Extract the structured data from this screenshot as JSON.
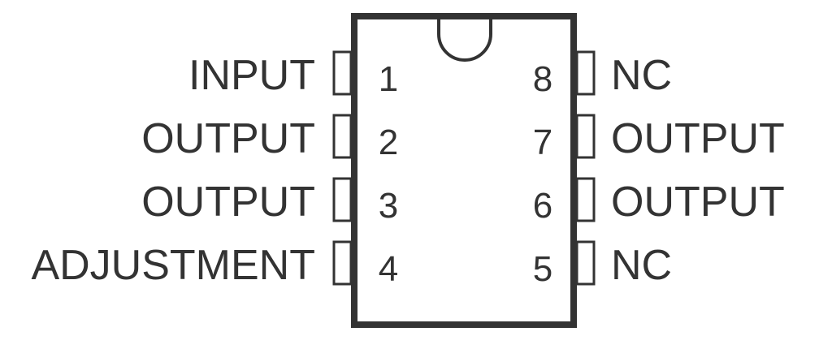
{
  "package": {
    "left_pins": [
      {
        "number": "1",
        "label": "INPUT"
      },
      {
        "number": "2",
        "label": "OUTPUT"
      },
      {
        "number": "3",
        "label": "OUTPUT"
      },
      {
        "number": "4",
        "label": "ADJUSTMENT"
      }
    ],
    "right_pins": [
      {
        "number": "8",
        "label": "NC"
      },
      {
        "number": "7",
        "label": "OUTPUT"
      },
      {
        "number": "6",
        "label": "OUTPUT"
      },
      {
        "number": "5",
        "label": "NC"
      }
    ],
    "colors": {
      "body_stroke": "#333333",
      "pin_stroke": "#333333",
      "text": "#333333",
      "background": "#ffffff"
    }
  }
}
